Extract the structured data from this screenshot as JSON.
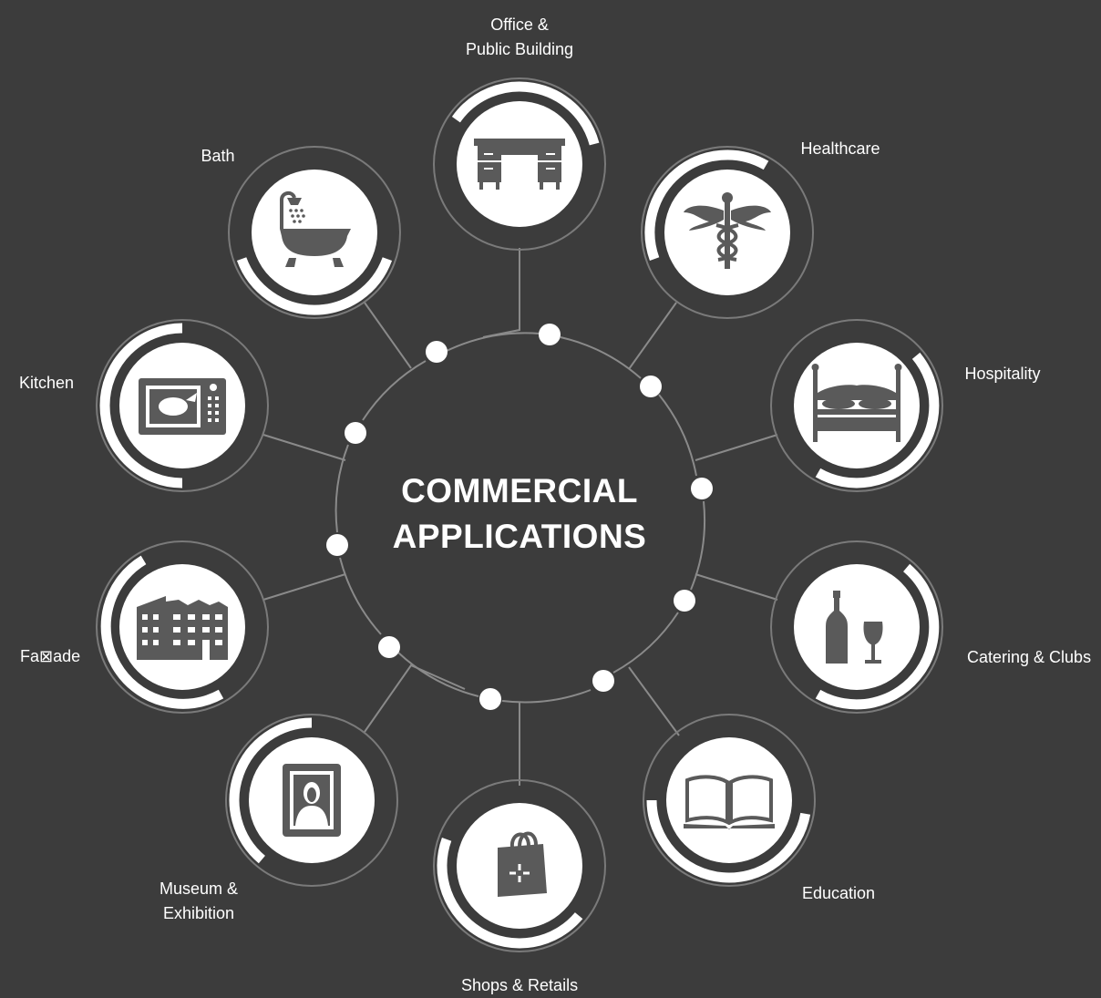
{
  "colors": {
    "background": "#3c3c3c",
    "circle_fill": "#ffffff",
    "icon": "#5a5a5a",
    "thin_ring": "#7a7a7a",
    "connector": "#8a8a8a"
  },
  "title": {
    "line1": "COMMERCIAL",
    "line2": "APPLICATIONS"
  },
  "categories": [
    {
      "id": "office",
      "lines": [
        "Office &",
        "Public Building"
      ],
      "icon": "desk-icon"
    },
    {
      "id": "healthcare",
      "lines": [
        "Healthcare"
      ],
      "icon": "caduceus-icon"
    },
    {
      "id": "hospitality",
      "lines": [
        "Hospitality"
      ],
      "icon": "bed-icon"
    },
    {
      "id": "catering",
      "lines": [
        "Catering & Clubs"
      ],
      "icon": "wine-bottle-glass-icon"
    },
    {
      "id": "education",
      "lines": [
        "Education"
      ],
      "icon": "open-book-icon"
    },
    {
      "id": "shops",
      "lines": [
        "Shops & Retails"
      ],
      "icon": "shopping-bag-icon"
    },
    {
      "id": "museum",
      "lines": [
        "Museum &",
        "Exhibition"
      ],
      "icon": "framed-portrait-icon"
    },
    {
      "id": "facade",
      "lines": [
        "Fa⊠ade"
      ],
      "icon": "building-icon"
    },
    {
      "id": "kitchen",
      "lines": [
        "Kitchen"
      ],
      "icon": "microwave-icon"
    },
    {
      "id": "bath",
      "lines": [
        "Bath"
      ],
      "icon": "bathtub-shower-icon"
    }
  ]
}
